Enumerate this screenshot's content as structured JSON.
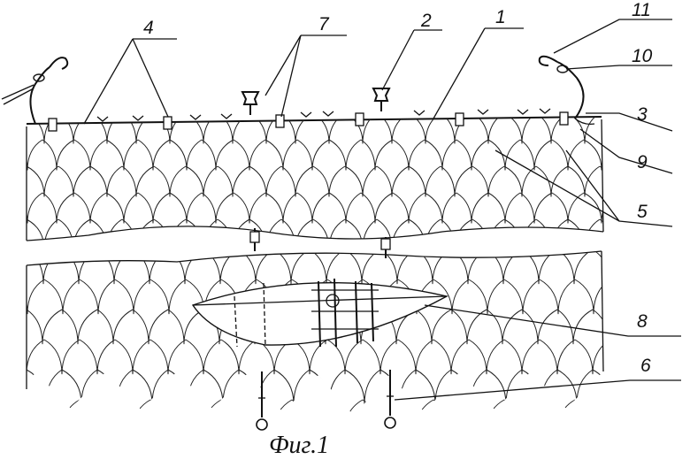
{
  "figure": {
    "caption": "Фиг.1",
    "labels": {
      "l1": "1",
      "l2": "2",
      "l3": "3",
      "l4": "4",
      "l5": "5",
      "l6": "6",
      "l7": "7",
      "l8": "8",
      "l9": "9",
      "l10": "10",
      "l11": "11"
    }
  }
}
